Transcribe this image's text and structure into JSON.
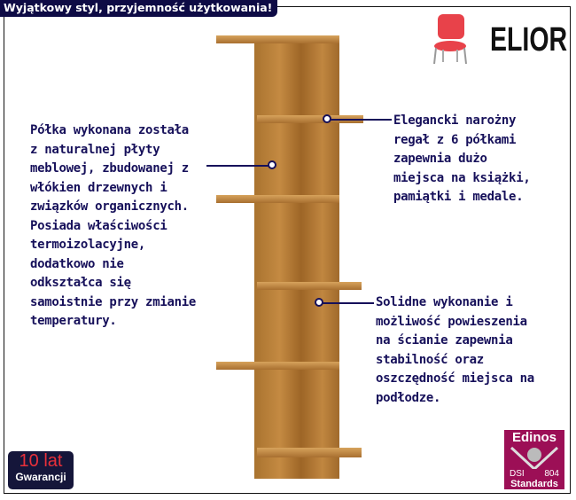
{
  "header": {
    "title": "Wyjątkowy styl, przyjemność użytkowania!"
  },
  "brand": {
    "name": "ELIOR",
    "icon": "chair-icon"
  },
  "callouts": {
    "left": [
      "Półka wykonana została",
      "z naturalnej płyty",
      "meblowej, zbudowanej z",
      "włókien drzewnych i",
      "związków organicznych.",
      "Posiada właściwości",
      "termoizolacyjne,",
      "dodatkowo nie",
      "odkształca się",
      "samoistnie przy zmianie",
      "temperatury."
    ],
    "right_top": [
      "Elegancki narożny",
      "regał z 6 półkami",
      "zapewnia dużo",
      "miejsca na książki,",
      "pamiątki i medale."
    ],
    "right_bottom": [
      "Solidne wykonanie i",
      "możliwość powieszenia",
      "na ścianie zapewnia",
      "stabilność oraz",
      "oszczędność miejsca na",
      "podłodze."
    ]
  },
  "badges": {
    "warranty": {
      "line1": "10 lat",
      "line2": "Gwarancji"
    },
    "edinos": {
      "title": "Edinos",
      "left": "DSI",
      "right": "804",
      "bottom": "Standards"
    }
  }
}
